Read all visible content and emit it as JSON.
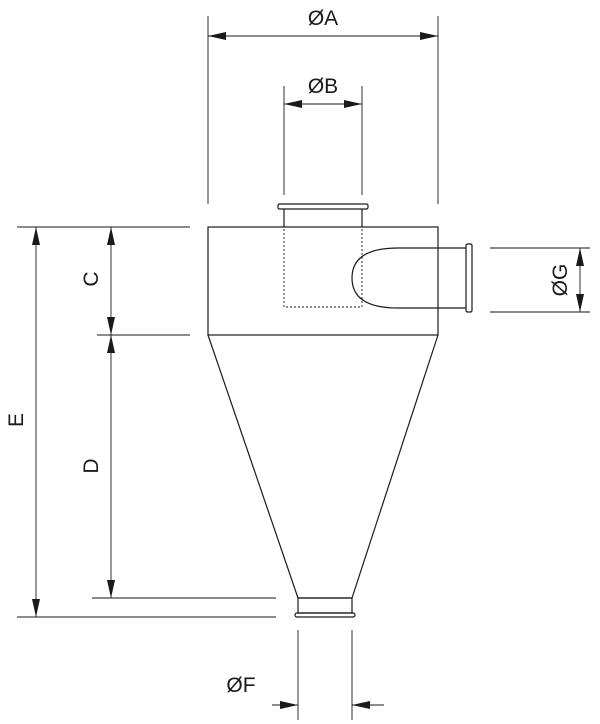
{
  "labels": {
    "dim_a": "ØA",
    "dim_b": "ØB",
    "dim_c": "C",
    "dim_d": "D",
    "dim_e": "E",
    "dim_f": "ØF",
    "dim_g": "ØG"
  }
}
